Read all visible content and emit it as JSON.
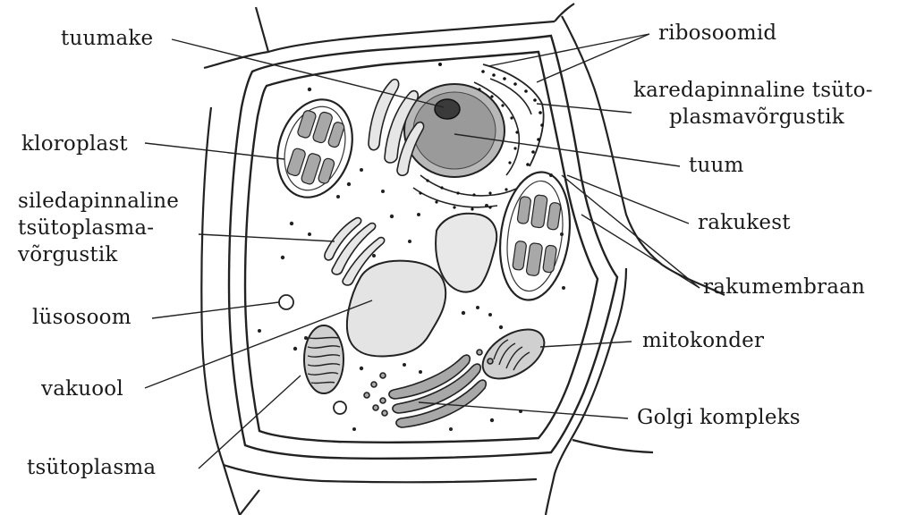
{
  "diagram": {
    "labels": {
      "tuumake": "tuumake",
      "ribosoomid": "ribosoomid",
      "karedapinnaline_1": "karedapinnaline tsüto-",
      "karedapinnaline_2": "plasmavõrgustik",
      "kloroplast": "kloroplast",
      "tuum": "tuum",
      "siledapinnaline_1": "siledapinnaline",
      "siledapinnaline_2": "tsütoplasma-",
      "siledapinnaline_3": "võrgustik",
      "rakukest": "rakukest",
      "rakumembraan": "rakumembraan",
      "lusosoom": "lüsosoom",
      "mitokonder": "mitokonder",
      "vakuool": "vakuool",
      "golgi": "Golgi kompleks",
      "tsutoplasma": "tsütoplasma"
    }
  }
}
